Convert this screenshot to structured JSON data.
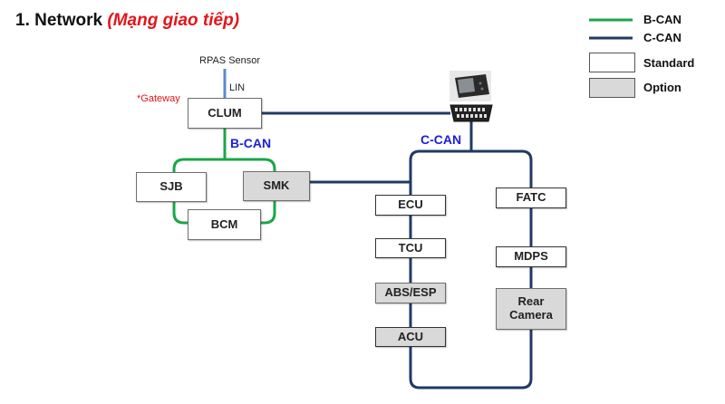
{
  "title": {
    "main": "1. Network ",
    "sub": "(Mạng giao tiếp)"
  },
  "legend": {
    "items": [
      {
        "label": "B-CAN",
        "type": "line",
        "color": "#1aa648"
      },
      {
        "label": "C-CAN",
        "type": "line",
        "color": "#1f3a63"
      },
      {
        "label": "Standard",
        "type": "box",
        "fill": "#ffffff"
      },
      {
        "label": "Option",
        "type": "box",
        "fill": "#d9d9d9"
      }
    ]
  },
  "colors": {
    "b_can": "#1aa648",
    "c_can": "#1f3a63",
    "lin": "#5b8bc9",
    "bus_label": "#1a1fd6",
    "accent_red": "#e3141b"
  },
  "annotations": {
    "rpas_sensor": "RPAS Sensor",
    "lin": "LIN",
    "gateway": "*Gateway",
    "b_can_bus": "B-CAN",
    "c_can_bus": "C-CAN"
  },
  "nodes": {
    "clum": {
      "label": "CLUM",
      "kind": "Standard"
    },
    "sjb": {
      "label": "SJB",
      "kind": "Standard"
    },
    "smk": {
      "label": "SMK",
      "kind": "Option"
    },
    "bcm": {
      "label": "BCM",
      "kind": "Standard"
    },
    "ecu": {
      "label": "ECU",
      "kind": "Standard"
    },
    "tcu": {
      "label": "TCU",
      "kind": "Standard"
    },
    "abs_esp": {
      "label": "ABS/ESP",
      "kind": "Option"
    },
    "acu": {
      "label": "ACU",
      "kind": "Option"
    },
    "fatc": {
      "label": "FATC",
      "kind": "Standard"
    },
    "mdps": {
      "label": "MDPS",
      "kind": "Standard"
    },
    "rear_camera": {
      "label": "Rear Camera",
      "kind": "Option"
    }
  },
  "devices": {
    "scan_tool": "diagnostic-tablet",
    "obd_connector": "obd-connector"
  }
}
